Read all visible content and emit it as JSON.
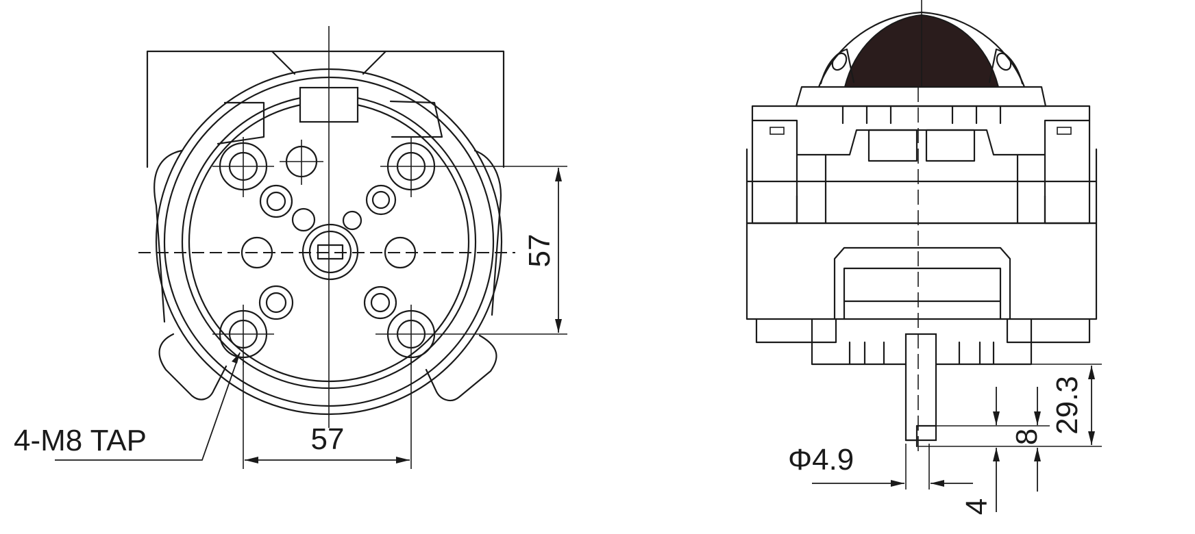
{
  "front_view": {
    "tap_note": "4-M8 TAP",
    "dim_horizontal": "57",
    "dim_vertical": "57"
  },
  "side_view": {
    "dim_shaft_diameter": "Φ4.9",
    "dim_flat_width": "4",
    "dim_flat_length": "8",
    "dim_shaft_length": "29.3"
  },
  "colors": {
    "line": "#1a1a1a",
    "indicator_dome": "#2a1c1c",
    "background": "#ffffff"
  }
}
